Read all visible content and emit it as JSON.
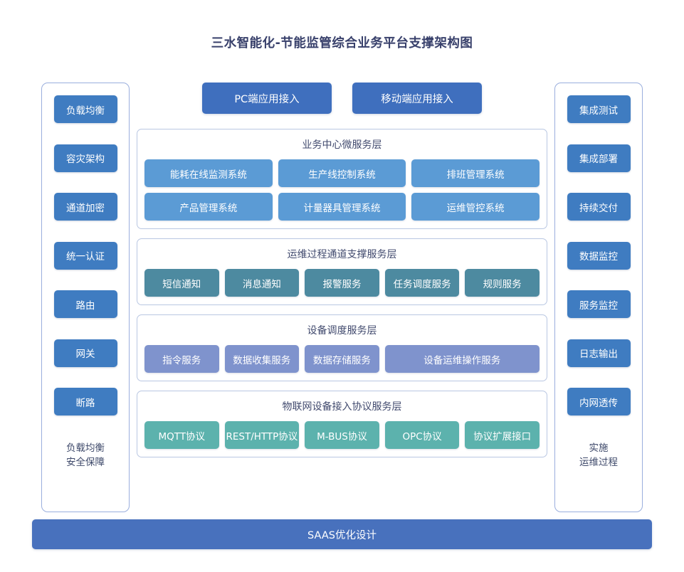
{
  "title": "三水智能化-节能监管综合业务平台支撑架构图",
  "colors": {
    "title_text": "#38406b",
    "side_button": "#3f7cc1",
    "access_button": "#3f6fbe",
    "business_chip": "#5b9bd5",
    "ops_chip": "#4d8aa0",
    "device_chip": "#7f93cd",
    "iot_chip": "#5cb2ad",
    "saas_bar": "#4871bd",
    "layer_border": "#b9c7e2",
    "column_border": "#9aaedd"
  },
  "left_column": {
    "buttons": [
      {
        "label": "负载均衡"
      },
      {
        "label": "容灾架构"
      },
      {
        "label": "通道加密"
      },
      {
        "label": "统一认证"
      },
      {
        "label": "路由"
      },
      {
        "label": "网关"
      },
      {
        "label": "断路"
      }
    ],
    "footer_line1": "负载均衡",
    "footer_line2": "安全保障"
  },
  "right_column": {
    "buttons": [
      {
        "label": "集成测试"
      },
      {
        "label": "集成部署"
      },
      {
        "label": "持续交付"
      },
      {
        "label": "数据监控"
      },
      {
        "label": "服务监控"
      },
      {
        "label": "日志输出"
      },
      {
        "label": "内网透传"
      }
    ],
    "footer_line1": "实施",
    "footer_line2": "运维过程"
  },
  "access": {
    "pc": "PC端应用接入",
    "mobile": "移动端应用接入"
  },
  "layers": {
    "business": {
      "title": "业务中心微服务层",
      "row1": [
        {
          "label": "能耗在线监测系统"
        },
        {
          "label": "生产线控制系统"
        },
        {
          "label": "排班管理系统"
        }
      ],
      "row2": [
        {
          "label": "产品管理系统"
        },
        {
          "label": "计量器具管理系统"
        },
        {
          "label": "运维管控系统"
        }
      ]
    },
    "ops": {
      "title": "运维过程通道支撑服务层",
      "items": [
        {
          "label": "短信通知"
        },
        {
          "label": "消息通知"
        },
        {
          "label": "报警服务"
        },
        {
          "label": "任务调度服务"
        },
        {
          "label": "规则服务"
        }
      ]
    },
    "device": {
      "title": "设备调度服务层",
      "items": [
        {
          "label": "指令服务"
        },
        {
          "label": "数据收集服务"
        },
        {
          "label": "数据存储服务"
        },
        {
          "label": "设备运维操作服务"
        }
      ]
    },
    "iot": {
      "title": "物联网设备接入协议服务层",
      "items": [
        {
          "label": "MQTT协议"
        },
        {
          "label": "REST/HTTP协议"
        },
        {
          "label": "M-BUS协议"
        },
        {
          "label": "OPC协议"
        },
        {
          "label": "协议扩展接口"
        }
      ]
    }
  },
  "footer_bar": {
    "label": "SAAS优化设计"
  }
}
